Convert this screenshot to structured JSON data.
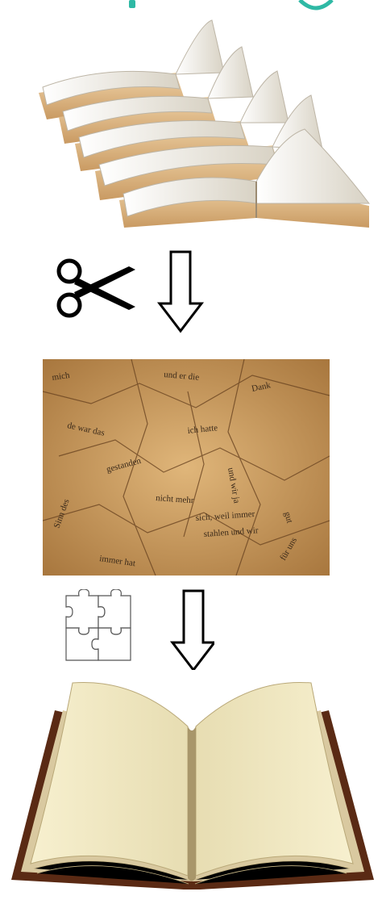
{
  "colors": {
    "accent_teal": "#2fb9a5",
    "paper_tan": "#b98a4e",
    "page_cream": "#f3ebc9",
    "cover_brown": "#5a2a14",
    "book_edge": "#d9b98a"
  },
  "steps": [
    {
      "name": "open-books-stack",
      "icon": "books-icon"
    },
    {
      "name": "cut",
      "icon": "scissors-icon",
      "arrow": "down-arrow-icon"
    },
    {
      "name": "paper-scraps",
      "icon": "paper-scraps-image"
    },
    {
      "name": "reassemble",
      "icon": "puzzle-icon",
      "arrow": "down-arrow-icon"
    },
    {
      "name": "single-open-book",
      "icon": "open-book-icon"
    }
  ],
  "scrap_words": [
    "sich, weil immer",
    "stahlen und wir",
    "mich",
    "Dank",
    "für uns",
    "de war das",
    "und er die",
    "ich hatte",
    "gestanden",
    "und wir ja",
    "nicht mehr",
    "Sinn des",
    "immer hat",
    "gut"
  ]
}
